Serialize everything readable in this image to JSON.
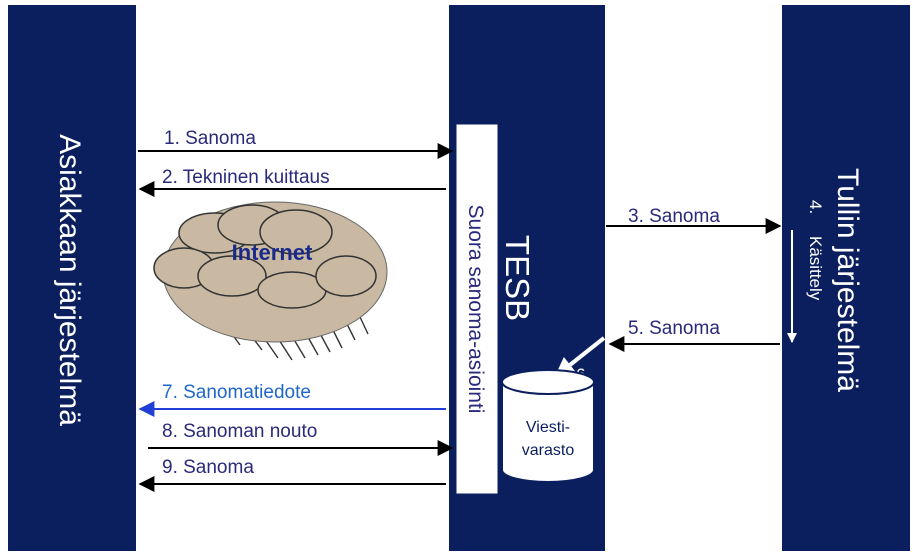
{
  "colors": {
    "navy": "#0b1f5e",
    "arrow": "#000000",
    "notify": "#1f3fd6",
    "notify_text": "#1f67c9",
    "text": "#2a2a7a",
    "cloud": "#c9b9a2"
  },
  "columns": {
    "client": "Asiakkaan järjestelmä",
    "esb": "TESB",
    "customs": "Tullin järjestelmä"
  },
  "interface_label": "Suora sanoma-asiointi",
  "internet_label": "Internet",
  "messages": {
    "m1": "1. Sanoma",
    "m2": "2. Tekninen kuittaus",
    "m3": "3. Sanoma",
    "m4_num": "4.",
    "m4_text": "Käsittely",
    "m5": "5. Sanoma",
    "m6": "6.",
    "m7": "7. Sanomatiedote",
    "m8": "8. Sanoman nouto",
    "m9": "9. Sanoma"
  },
  "storage": {
    "line1": "Viesti-",
    "line2": "varasto"
  }
}
